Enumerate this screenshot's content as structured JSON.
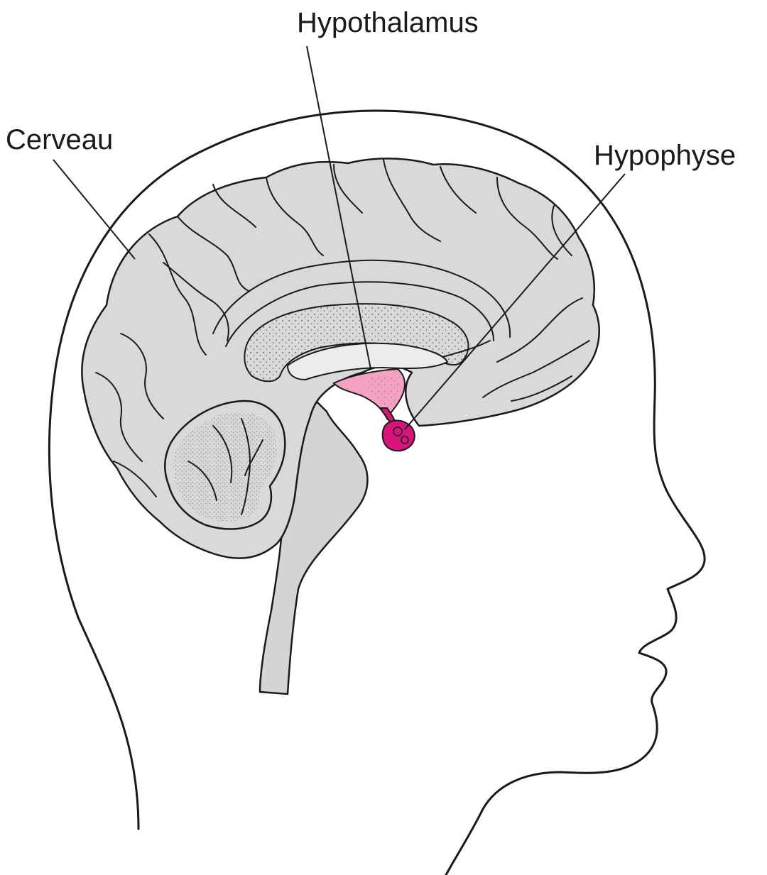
{
  "labels": {
    "brain": "Cerveau",
    "hypothalamus": "Hypothalamus",
    "pituitary": "Hypophyse"
  },
  "colors": {
    "brain_fill": "#d9d9d9",
    "stem_fill": "#d4d4d4",
    "hypothalamus_fill": "#f3a2c4",
    "pituitary_fill": "#d6147a",
    "outline": "#1a1a1a",
    "background": "#ffffff"
  },
  "icons": {
    "head": "head-profile-icon",
    "brain": "brain-icon",
    "cerebellum": "cerebellum-icon",
    "brainstem": "brainstem-icon",
    "hypothalamus": "hypothalamus-icon",
    "pituitary": "pituitary-gland-icon"
  }
}
